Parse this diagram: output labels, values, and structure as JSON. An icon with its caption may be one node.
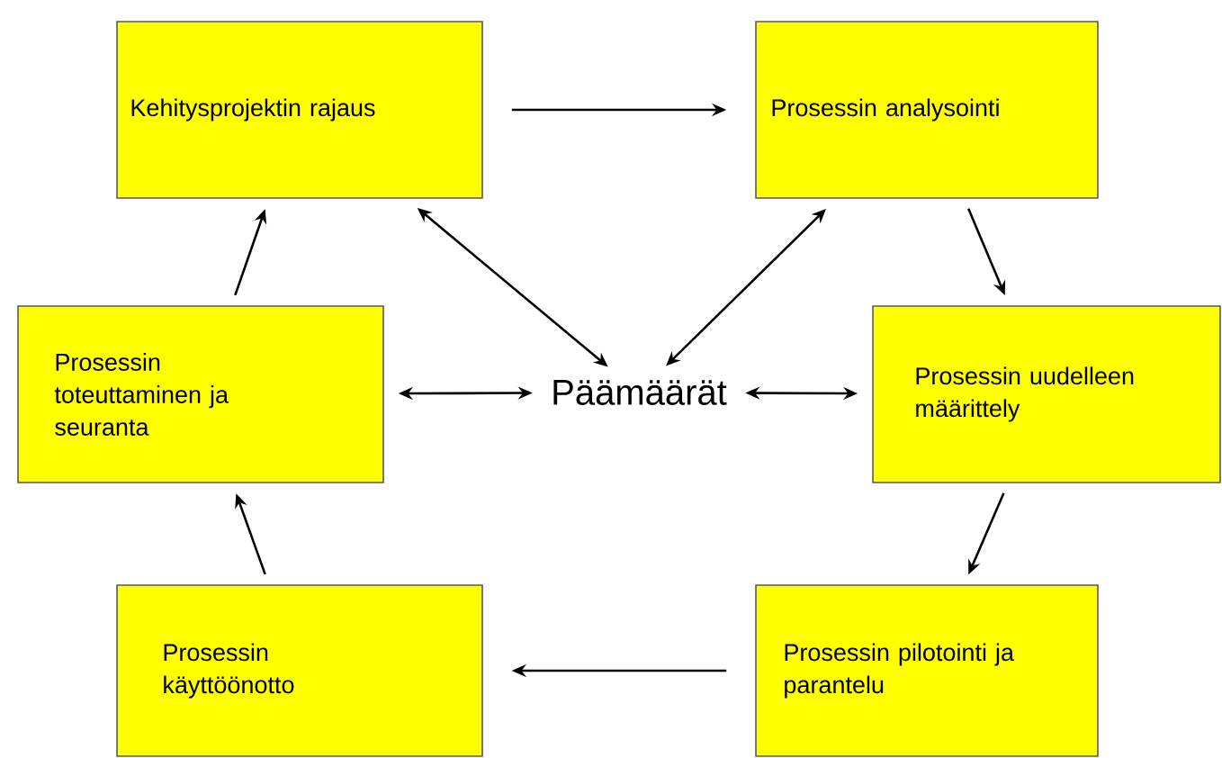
{
  "diagram": {
    "nodes": [
      {
        "text": [
          "Kehitysprojektin rajaus"
        ]
      },
      {
        "text": [
          "Prosessin analysointi"
        ]
      },
      {
        "text": [
          "Prosessin toteuttaminen ja seuranta"
        ]
      },
      {
        "text": [
          "Päämäärät"
        ]
      },
      {
        "text": [
          "Prosessin uudelleen määrittely"
        ]
      },
      {
        "text": [
          "Prosessin käyttöönotto"
        ]
      },
      {
        "text": [
          "Prosessin pilotointi ja parantelu"
        ]
      }
    ],
    "edges": [
      {
        "from": 0,
        "to": 1,
        "arrow": "to"
      },
      {
        "from": 1,
        "to": 4,
        "arrow": "to"
      },
      {
        "from": 4,
        "to": 6,
        "arrow": "to"
      },
      {
        "from": 6,
        "to": 5,
        "arrow": "to"
      },
      {
        "from": 5,
        "to": 2,
        "arrow": "to"
      },
      {
        "from": 2,
        "to": 0,
        "arrow": "to"
      },
      {
        "from": 0,
        "to": 3,
        "arrow": "both"
      },
      {
        "from": 1,
        "to": 3,
        "arrow": "both"
      },
      {
        "from": 2,
        "to": 3,
        "arrow": "both"
      },
      {
        "from": 3,
        "to": 4,
        "arrow": "both"
      }
    ]
  }
}
